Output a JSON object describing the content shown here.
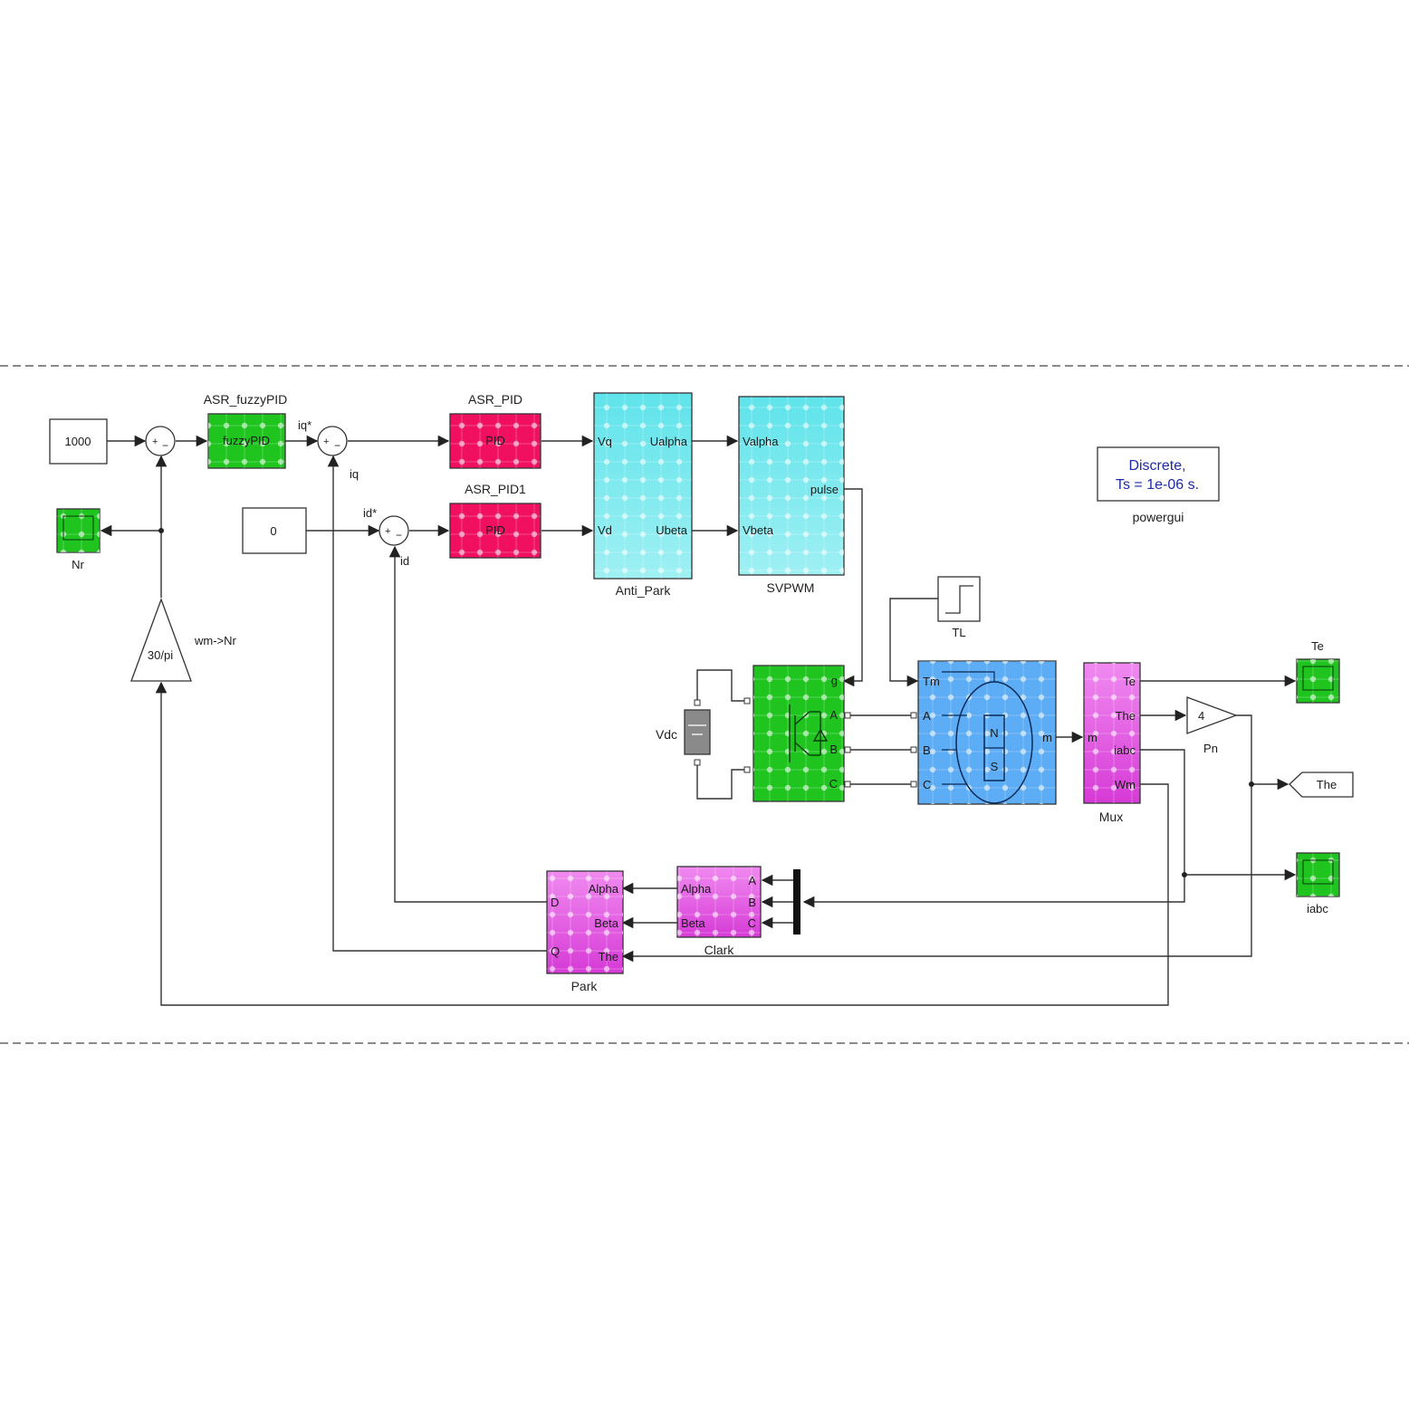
{
  "blocks": {
    "const_speed": "1000",
    "const_id": "0",
    "asr_fuzzy": {
      "label": "ASR_fuzzyPID",
      "inner": "fuzzyPID"
    },
    "asr_pid": {
      "label": "ASR_PID",
      "inner": "PID"
    },
    "asr_pid1": {
      "label": "ASR_PID1",
      "inner": "PID"
    },
    "anti_park": {
      "label": "Anti_Park",
      "in1": "Vq",
      "in2": "Vd",
      "out1": "Ualpha",
      "out2": "Ubeta"
    },
    "svpwm": {
      "label": "SVPWM",
      "in1": "Valpha",
      "in2": "Vbeta",
      "out1": "pulse"
    },
    "powergui": {
      "line1": "Discrete,",
      "line2": "Ts = 1e-06 s.",
      "label": "powergui"
    },
    "nr_scope": "Nr",
    "gain_wm": {
      "value": "30/pi",
      "label": "wm->Nr"
    },
    "tl": "TL",
    "vdc": "Vdc",
    "pmsm": {
      "in_tm": "Tm",
      "in_a": "A",
      "in_b": "B",
      "in_c": "C",
      "out_m": "m",
      "pole_n": "N",
      "pole_s": "S"
    },
    "inverter": {
      "in_g": "g",
      "out_a": "A",
      "out_b": "B",
      "out_c": "C"
    },
    "mux": {
      "label": "Mux",
      "in": "m",
      "o1": "Te",
      "o2": "The",
      "o3": "iabc",
      "o4": "Wm"
    },
    "pn": {
      "value": "4",
      "label": "Pn"
    },
    "te_scope": "Te",
    "the_goto": "The",
    "iabc_scope": "iabc",
    "clark": {
      "label": "Clark",
      "in_a": "A",
      "in_b": "B",
      "in_c": "C",
      "out1": "Alpha",
      "out2": "Beta"
    },
    "park": {
      "label": "Park",
      "in1": "Alpha",
      "in2": "Beta",
      "in3": "The",
      "out_d": "D",
      "out_q": "Q"
    }
  },
  "signals": {
    "iq_ref": "iq*",
    "iq": "iq",
    "id_ref": "id*",
    "id": "id"
  },
  "colors": {
    "green": "#1fc41f",
    "red": "#f0105f",
    "cyan": "#5fe3ea",
    "blue": "#5cacf6",
    "magenta": "#e63fe6",
    "gray": "#8a8a8a"
  }
}
